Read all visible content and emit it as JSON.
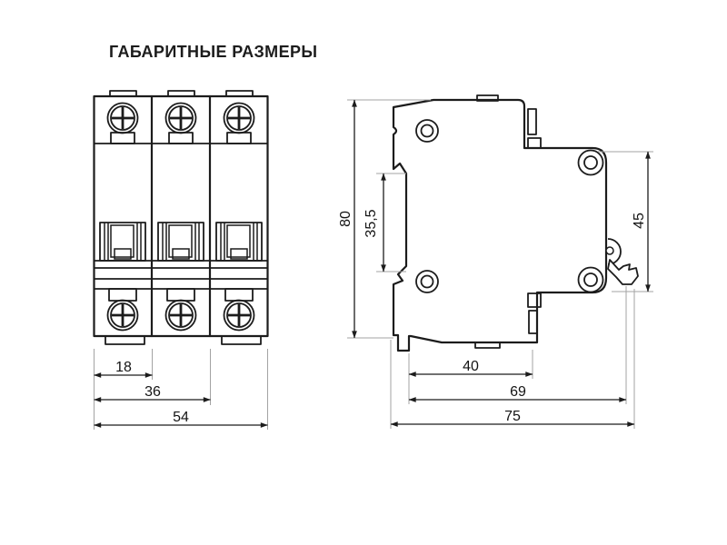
{
  "title": "ГАБАРИТНЫЕ РАЗМЕРЫ",
  "front_view": {
    "dims": {
      "pole_width": "18",
      "two_poles_width": "36",
      "total_width": "54"
    }
  },
  "side_view": {
    "dims": {
      "total_height": "80",
      "din_recess_height": "35,5",
      "front_face_height": "45",
      "base_depth": "40",
      "depth_with_lever": "69",
      "total_depth": "75"
    }
  },
  "colors": {
    "line": "#1c1c1c",
    "dimension_line": "#1c1c1c",
    "extension_line": "#a3a3a3",
    "background": "#ffffff",
    "text": "#141414"
  }
}
